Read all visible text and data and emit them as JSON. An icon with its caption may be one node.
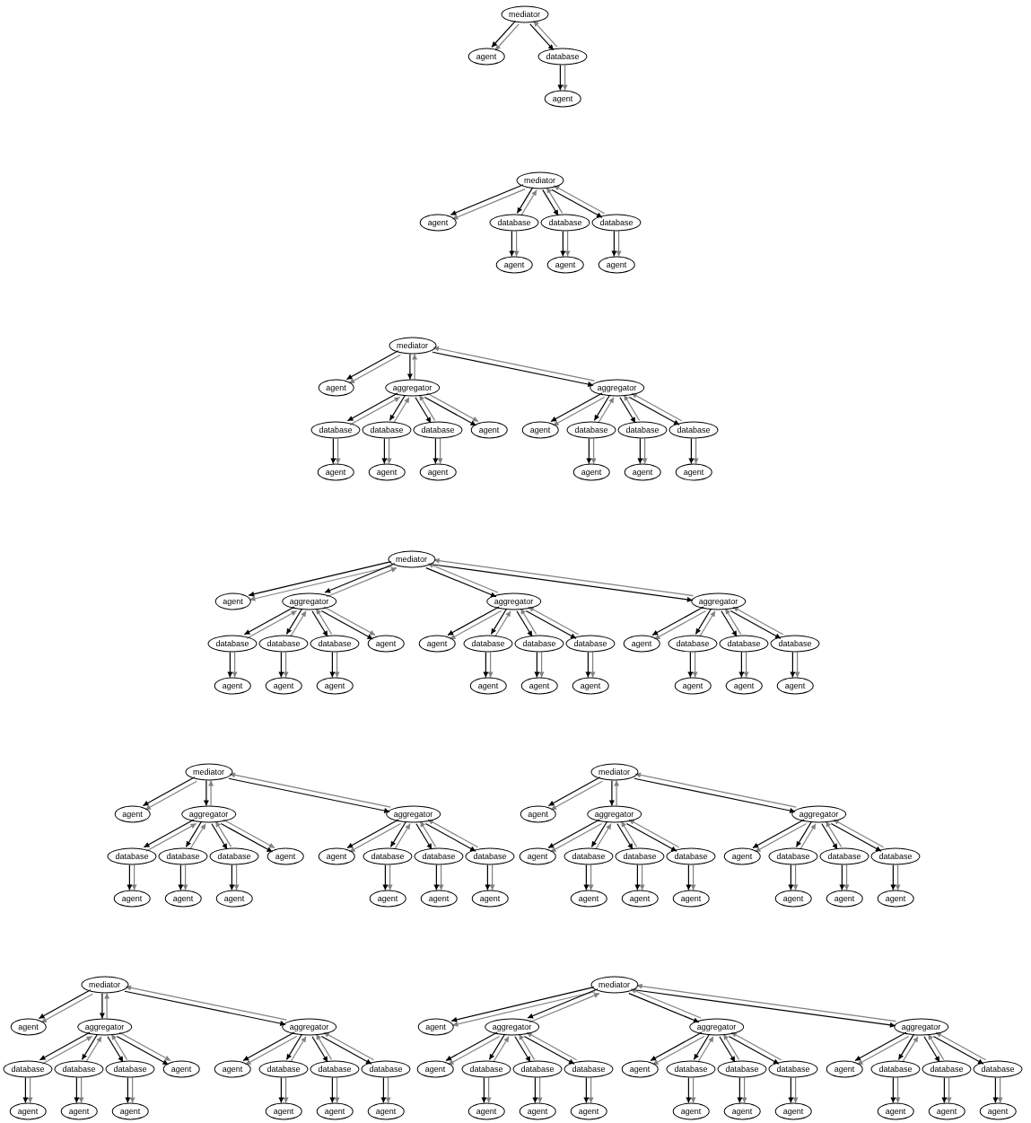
{
  "diagram": {
    "nodes": [
      {
        "text": [
          "mediator"
        ]
      },
      {
        "text": [
          "agent"
        ]
      },
      {
        "text": [
          "database"
        ]
      },
      {
        "text": [
          "agent"
        ]
      },
      {
        "text": [
          "mediator"
        ]
      },
      {
        "text": [
          "agent"
        ]
      },
      {
        "text": [
          "database"
        ]
      },
      {
        "text": [
          "database"
        ]
      },
      {
        "text": [
          "database"
        ]
      },
      {
        "text": [
          "agent"
        ]
      },
      {
        "text": [
          "agent"
        ]
      },
      {
        "text": [
          "agent"
        ]
      },
      {
        "text": [
          "mediator"
        ]
      },
      {
        "text": [
          "agent"
        ]
      },
      {
        "text": [
          "aggregator"
        ]
      },
      {
        "text": [
          "aggregator"
        ]
      },
      {
        "text": [
          "database"
        ]
      },
      {
        "text": [
          "database"
        ]
      },
      {
        "text": [
          "database"
        ]
      },
      {
        "text": [
          "agent"
        ]
      },
      {
        "text": [
          "agent"
        ]
      },
      {
        "text": [
          "database"
        ]
      },
      {
        "text": [
          "database"
        ]
      },
      {
        "text": [
          "database"
        ]
      },
      {
        "text": [
          "agent"
        ]
      },
      {
        "text": [
          "agent"
        ]
      },
      {
        "text": [
          "agent"
        ]
      },
      {
        "text": [
          "agent"
        ]
      },
      {
        "text": [
          "agent"
        ]
      },
      {
        "text": [
          "agent"
        ]
      },
      {
        "text": [
          "mediator"
        ]
      },
      {
        "text": [
          "agent"
        ]
      },
      {
        "text": [
          "aggregator"
        ]
      },
      {
        "text": [
          "aggregator"
        ]
      },
      {
        "text": [
          "aggregator"
        ]
      },
      {
        "text": [
          "database"
        ]
      },
      {
        "text": [
          "database"
        ]
      },
      {
        "text": [
          "database"
        ]
      },
      {
        "text": [
          "agent"
        ]
      },
      {
        "text": [
          "agent"
        ]
      },
      {
        "text": [
          "database"
        ]
      },
      {
        "text": [
          "database"
        ]
      },
      {
        "text": [
          "database"
        ]
      },
      {
        "text": [
          "agent"
        ]
      },
      {
        "text": [
          "database"
        ]
      },
      {
        "text": [
          "database"
        ]
      },
      {
        "text": [
          "database"
        ]
      },
      {
        "text": [
          "agent"
        ]
      },
      {
        "text": [
          "agent"
        ]
      },
      {
        "text": [
          "agent"
        ]
      },
      {
        "text": [
          "agent"
        ]
      },
      {
        "text": [
          "agent"
        ]
      },
      {
        "text": [
          "agent"
        ]
      },
      {
        "text": [
          "agent"
        ]
      },
      {
        "text": [
          "agent"
        ]
      },
      {
        "text": [
          "agent"
        ]
      },
      {
        "text": [
          "mediator"
        ]
      },
      {
        "text": [
          "agent"
        ]
      },
      {
        "text": [
          "aggregator"
        ]
      },
      {
        "text": [
          "aggregator"
        ]
      },
      {
        "text": [
          "database"
        ]
      },
      {
        "text": [
          "database"
        ]
      },
      {
        "text": [
          "database"
        ]
      },
      {
        "text": [
          "agent"
        ]
      },
      {
        "text": [
          "agent"
        ]
      },
      {
        "text": [
          "database"
        ]
      },
      {
        "text": [
          "database"
        ]
      },
      {
        "text": [
          "database"
        ]
      },
      {
        "text": [
          "agent"
        ]
      },
      {
        "text": [
          "agent"
        ]
      },
      {
        "text": [
          "agent"
        ]
      },
      {
        "text": [
          "agent"
        ]
      },
      {
        "text": [
          "agent"
        ]
      },
      {
        "text": [
          "agent"
        ]
      },
      {
        "text": [
          "mediator"
        ]
      },
      {
        "text": [
          "agent"
        ]
      },
      {
        "text": [
          "aggregator"
        ]
      },
      {
        "text": [
          "aggregator"
        ]
      },
      {
        "text": [
          "agent"
        ]
      },
      {
        "text": [
          "database"
        ]
      },
      {
        "text": [
          "database"
        ]
      },
      {
        "text": [
          "database"
        ]
      },
      {
        "text": [
          "agent"
        ]
      },
      {
        "text": [
          "database"
        ]
      },
      {
        "text": [
          "database"
        ]
      },
      {
        "text": [
          "database"
        ]
      },
      {
        "text": [
          "agent"
        ]
      },
      {
        "text": [
          "agent"
        ]
      },
      {
        "text": [
          "agent"
        ]
      },
      {
        "text": [
          "agent"
        ]
      },
      {
        "text": [
          "agent"
        ]
      },
      {
        "text": [
          "agent"
        ]
      },
      {
        "text": [
          "mediator"
        ]
      },
      {
        "text": [
          "agent"
        ]
      },
      {
        "text": [
          "aggregator"
        ]
      },
      {
        "text": [
          "aggregator"
        ]
      },
      {
        "text": [
          "database"
        ]
      },
      {
        "text": [
          "database"
        ]
      },
      {
        "text": [
          "database"
        ]
      },
      {
        "text": [
          "agent"
        ]
      },
      {
        "text": [
          "agent"
        ]
      },
      {
        "text": [
          "database"
        ]
      },
      {
        "text": [
          "database"
        ]
      },
      {
        "text": [
          "database"
        ]
      },
      {
        "text": [
          "agent"
        ]
      },
      {
        "text": [
          "agent"
        ]
      },
      {
        "text": [
          "agent"
        ]
      },
      {
        "text": [
          "agent"
        ]
      },
      {
        "text": [
          "agent"
        ]
      },
      {
        "text": [
          "agent"
        ]
      },
      {
        "text": [
          "mediator"
        ]
      },
      {
        "text": [
          "agent"
        ]
      },
      {
        "text": [
          "aggregator"
        ]
      },
      {
        "text": [
          "aggregator"
        ]
      },
      {
        "text": [
          "aggregator"
        ]
      },
      {
        "text": [
          "agent"
        ]
      },
      {
        "text": [
          "database"
        ]
      },
      {
        "text": [
          "database"
        ]
      },
      {
        "text": [
          "database"
        ]
      },
      {
        "text": [
          "agent"
        ]
      },
      {
        "text": [
          "database"
        ]
      },
      {
        "text": [
          "database"
        ]
      },
      {
        "text": [
          "database"
        ]
      },
      {
        "text": [
          "agent"
        ]
      },
      {
        "text": [
          "database"
        ]
      },
      {
        "text": [
          "database"
        ]
      },
      {
        "text": [
          "database"
        ]
      },
      {
        "text": [
          "agent"
        ]
      },
      {
        "text": [
          "agent"
        ]
      },
      {
        "text": [
          "agent"
        ]
      },
      {
        "text": [
          "agent"
        ]
      },
      {
        "text": [
          "agent"
        ]
      },
      {
        "text": [
          "agent"
        ]
      },
      {
        "text": [
          "agent"
        ]
      },
      {
        "text": [
          "agent"
        ]
      },
      {
        "text": [
          "agent"
        ]
      }
    ],
    "edges": [
      {
        "from": 0,
        "to": 1,
        "arrow": "to"
      },
      {
        "from": 0,
        "to": 1,
        "arrow": "to",
        "color": "#808080"
      },
      {
        "from": 0,
        "to": 2,
        "arrow": "to"
      },
      {
        "from": 2,
        "to": 0,
        "arrow": "to",
        "color": "#808080"
      },
      {
        "from": 2,
        "to": 3,
        "arrow": "to"
      },
      {
        "from": 2,
        "to": 3,
        "arrow": "to",
        "color": "#808080"
      },
      {
        "from": 4,
        "to": 5,
        "arrow": "to"
      },
      {
        "from": 4,
        "to": 5,
        "arrow": "to",
        "color": "#808080"
      },
      {
        "from": 4,
        "to": 6,
        "arrow": "to"
      },
      {
        "from": 6,
        "to": 4,
        "arrow": "to",
        "color": "#808080"
      },
      {
        "from": 4,
        "to": 7,
        "arrow": "to"
      },
      {
        "from": 7,
        "to": 4,
        "arrow": "to",
        "color": "#808080"
      },
      {
        "from": 4,
        "to": 8,
        "arrow": "to"
      },
      {
        "from": 8,
        "to": 4,
        "arrow": "to",
        "color": "#808080"
      },
      {
        "from": 6,
        "to": 9,
        "arrow": "to"
      },
      {
        "from": 6,
        "to": 9,
        "arrow": "to",
        "color": "#808080"
      },
      {
        "from": 7,
        "to": 10,
        "arrow": "to"
      },
      {
        "from": 7,
        "to": 10,
        "arrow": "to",
        "color": "#808080"
      },
      {
        "from": 8,
        "to": 11,
        "arrow": "to"
      },
      {
        "from": 8,
        "to": 11,
        "arrow": "to",
        "color": "#808080"
      },
      {
        "from": 12,
        "to": 13,
        "arrow": "to"
      },
      {
        "from": 12,
        "to": 13,
        "arrow": "to",
        "color": "#808080"
      },
      {
        "from": 12,
        "to": 14,
        "arrow": "to"
      },
      {
        "from": 14,
        "to": 12,
        "arrow": "to",
        "color": "#808080"
      },
      {
        "from": 12,
        "to": 15,
        "arrow": "to"
      },
      {
        "from": 15,
        "to": 12,
        "arrow": "to",
        "color": "#808080"
      },
      {
        "from": 14,
        "to": 16,
        "arrow": "to"
      },
      {
        "from": 16,
        "to": 14,
        "arrow": "to",
        "color": "#808080"
      },
      {
        "from": 14,
        "to": 17,
        "arrow": "to"
      },
      {
        "from": 17,
        "to": 14,
        "arrow": "to",
        "color": "#808080"
      },
      {
        "from": 14,
        "to": 18,
        "arrow": "to"
      },
      {
        "from": 18,
        "to": 14,
        "arrow": "to",
        "color": "#808080"
      },
      {
        "from": 14,
        "to": 19,
        "arrow": "to"
      },
      {
        "from": 14,
        "to": 19,
        "arrow": "to",
        "color": "#808080"
      },
      {
        "from": 15,
        "to": 20,
        "arrow": "to"
      },
      {
        "from": 15,
        "to": 20,
        "arrow": "to",
        "color": "#808080"
      },
      {
        "from": 15,
        "to": 21,
        "arrow": "to"
      },
      {
        "from": 21,
        "to": 15,
        "arrow": "to",
        "color": "#808080"
      },
      {
        "from": 15,
        "to": 22,
        "arrow": "to"
      },
      {
        "from": 22,
        "to": 15,
        "arrow": "to",
        "color": "#808080"
      },
      {
        "from": 15,
        "to": 23,
        "arrow": "to"
      },
      {
        "from": 23,
        "to": 15,
        "arrow": "to",
        "color": "#808080"
      },
      {
        "from": 16,
        "to": 24,
        "arrow": "to"
      },
      {
        "from": 16,
        "to": 24,
        "arrow": "to",
        "color": "#808080"
      },
      {
        "from": 17,
        "to": 25,
        "arrow": "to"
      },
      {
        "from": 17,
        "to": 25,
        "arrow": "to",
        "color": "#808080"
      },
      {
        "from": 18,
        "to": 26,
        "arrow": "to"
      },
      {
        "from": 18,
        "to": 26,
        "arrow": "to",
        "color": "#808080"
      },
      {
        "from": 21,
        "to": 27,
        "arrow": "to"
      },
      {
        "from": 21,
        "to": 27,
        "arrow": "to",
        "color": "#808080"
      },
      {
        "from": 22,
        "to": 28,
        "arrow": "to"
      },
      {
        "from": 22,
        "to": 28,
        "arrow": "to",
        "color": "#808080"
      },
      {
        "from": 23,
        "to": 29,
        "arrow": "to"
      },
      {
        "from": 23,
        "to": 29,
        "arrow": "to",
        "color": "#808080"
      },
      {
        "from": 30,
        "to": 31,
        "arrow": "to"
      },
      {
        "from": 30,
        "to": 31,
        "arrow": "to",
        "color": "#808080"
      },
      {
        "from": 30,
        "to": 32,
        "arrow": "to"
      },
      {
        "from": 32,
        "to": 30,
        "arrow": "to",
        "color": "#808080"
      },
      {
        "from": 30,
        "to": 33,
        "arrow": "to"
      },
      {
        "from": 33,
        "to": 30,
        "arrow": "to",
        "color": "#808080"
      },
      {
        "from": 30,
        "to": 34,
        "arrow": "to"
      },
      {
        "from": 34,
        "to": 30,
        "arrow": "to",
        "color": "#808080"
      },
      {
        "from": 32,
        "to": 35,
        "arrow": "to"
      },
      {
        "from": 35,
        "to": 32,
        "arrow": "to",
        "color": "#808080"
      },
      {
        "from": 32,
        "to": 36,
        "arrow": "to"
      },
      {
        "from": 36,
        "to": 32,
        "arrow": "to",
        "color": "#808080"
      },
      {
        "from": 32,
        "to": 37,
        "arrow": "to"
      },
      {
        "from": 37,
        "to": 32,
        "arrow": "to",
        "color": "#808080"
      },
      {
        "from": 32,
        "to": 38,
        "arrow": "to"
      },
      {
        "from": 32,
        "to": 38,
        "arrow": "to",
        "color": "#808080"
      },
      {
        "from": 33,
        "to": 39,
        "arrow": "to"
      },
      {
        "from": 33,
        "to": 39,
        "arrow": "to",
        "color": "#808080"
      },
      {
        "from": 33,
        "to": 40,
        "arrow": "to"
      },
      {
        "from": 40,
        "to": 33,
        "arrow": "to",
        "color": "#808080"
      },
      {
        "from": 33,
        "to": 41,
        "arrow": "to"
      },
      {
        "from": 41,
        "to": 33,
        "arrow": "to",
        "color": "#808080"
      },
      {
        "from": 33,
        "to": 42,
        "arrow": "to"
      },
      {
        "from": 42,
        "to": 33,
        "arrow": "to",
        "color": "#808080"
      },
      {
        "from": 34,
        "to": 43,
        "arrow": "to"
      },
      {
        "from": 34,
        "to": 43,
        "arrow": "to",
        "color": "#808080"
      },
      {
        "from": 34,
        "to": 44,
        "arrow": "to"
      },
      {
        "from": 44,
        "to": 34,
        "arrow": "to",
        "color": "#808080"
      },
      {
        "from": 34,
        "to": 45,
        "arrow": "to"
      },
      {
        "from": 45,
        "to": 34,
        "arrow": "to",
        "color": "#808080"
      },
      {
        "from": 34,
        "to": 46,
        "arrow": "to"
      },
      {
        "from": 46,
        "to": 34,
        "arrow": "to",
        "color": "#808080"
      },
      {
        "from": 35,
        "to": 47,
        "arrow": "to"
      },
      {
        "from": 35,
        "to": 47,
        "arrow": "to",
        "color": "#808080"
      },
      {
        "from": 36,
        "to": 48,
        "arrow": "to"
      },
      {
        "from": 36,
        "to": 48,
        "arrow": "to",
        "color": "#808080"
      },
      {
        "from": 37,
        "to": 49,
        "arrow": "to"
      },
      {
        "from": 37,
        "to": 49,
        "arrow": "to",
        "color": "#808080"
      },
      {
        "from": 40,
        "to": 50,
        "arrow": "to"
      },
      {
        "from": 40,
        "to": 50,
        "arrow": "to",
        "color": "#808080"
      },
      {
        "from": 41,
        "to": 51,
        "arrow": "to"
      },
      {
        "from": 41,
        "to": 51,
        "arrow": "to",
        "color": "#808080"
      },
      {
        "from": 42,
        "to": 52,
        "arrow": "to"
      },
      {
        "from": 42,
        "to": 52,
        "arrow": "to",
        "color": "#808080"
      },
      {
        "from": 44,
        "to": 53,
        "arrow": "to"
      },
      {
        "from": 44,
        "to": 53,
        "arrow": "to",
        "color": "#808080"
      },
      {
        "from": 45,
        "to": 54,
        "arrow": "to"
      },
      {
        "from": 45,
        "to": 54,
        "arrow": "to",
        "color": "#808080"
      },
      {
        "from": 46,
        "to": 55,
        "arrow": "to"
      },
      {
        "from": 46,
        "to": 55,
        "arrow": "to",
        "color": "#808080"
      },
      {
        "from": 56,
        "to": 57,
        "arrow": "to"
      },
      {
        "from": 56,
        "to": 57,
        "arrow": "to",
        "color": "#808080"
      },
      {
        "from": 56,
        "to": 58,
        "arrow": "to"
      },
      {
        "from": 58,
        "to": 56,
        "arrow": "to",
        "color": "#808080"
      },
      {
        "from": 56,
        "to": 59,
        "arrow": "to"
      },
      {
        "from": 59,
        "to": 56,
        "arrow": "to",
        "color": "#808080"
      },
      {
        "from": 58,
        "to": 60,
        "arrow": "to"
      },
      {
        "from": 60,
        "to": 58,
        "arrow": "to",
        "color": "#808080"
      },
      {
        "from": 58,
        "to": 61,
        "arrow": "to"
      },
      {
        "from": 61,
        "to": 58,
        "arrow": "to",
        "color": "#808080"
      },
      {
        "from": 58,
        "to": 62,
        "arrow": "to"
      },
      {
        "from": 62,
        "to": 58,
        "arrow": "to",
        "color": "#808080"
      },
      {
        "from": 58,
        "to": 63,
        "arrow": "to"
      },
      {
        "from": 58,
        "to": 63,
        "arrow": "to",
        "color": "#808080"
      },
      {
        "from": 59,
        "to": 64,
        "arrow": "to"
      },
      {
        "from": 59,
        "to": 64,
        "arrow": "to",
        "color": "#808080"
      },
      {
        "from": 59,
        "to": 65,
        "arrow": "to"
      },
      {
        "from": 65,
        "to": 59,
        "arrow": "to",
        "color": "#808080"
      },
      {
        "from": 59,
        "to": 66,
        "arrow": "to"
      },
      {
        "from": 66,
        "to": 59,
        "arrow": "to",
        "color": "#808080"
      },
      {
        "from": 59,
        "to": 67,
        "arrow": "to"
      },
      {
        "from": 67,
        "to": 59,
        "arrow": "to",
        "color": "#808080"
      },
      {
        "from": 60,
        "to": 68,
        "arrow": "to"
      },
      {
        "from": 60,
        "to": 68,
        "arrow": "to",
        "color": "#808080"
      },
      {
        "from": 61,
        "to": 69,
        "arrow": "to"
      },
      {
        "from": 61,
        "to": 69,
        "arrow": "to",
        "color": "#808080"
      },
      {
        "from": 62,
        "to": 70,
        "arrow": "to"
      },
      {
        "from": 62,
        "to": 70,
        "arrow": "to",
        "color": "#808080"
      },
      {
        "from": 65,
        "to": 71,
        "arrow": "to"
      },
      {
        "from": 65,
        "to": 71,
        "arrow": "to",
        "color": "#808080"
      },
      {
        "from": 66,
        "to": 72,
        "arrow": "to"
      },
      {
        "from": 66,
        "to": 72,
        "arrow": "to",
        "color": "#808080"
      },
      {
        "from": 67,
        "to": 73,
        "arrow": "to"
      },
      {
        "from": 67,
        "to": 73,
        "arrow": "to",
        "color": "#808080"
      },
      {
        "from": 74,
        "to": 75,
        "arrow": "to"
      },
      {
        "from": 74,
        "to": 75,
        "arrow": "to",
        "color": "#808080"
      },
      {
        "from": 74,
        "to": 76,
        "arrow": "to"
      },
      {
        "from": 76,
        "to": 74,
        "arrow": "to",
        "color": "#808080"
      },
      {
        "from": 74,
        "to": 77,
        "arrow": "to"
      },
      {
        "from": 77,
        "to": 74,
        "arrow": "to",
        "color": "#808080"
      },
      {
        "from": 76,
        "to": 78,
        "arrow": "to"
      },
      {
        "from": 76,
        "to": 78,
        "arrow": "to",
        "color": "#808080"
      },
      {
        "from": 76,
        "to": 79,
        "arrow": "to"
      },
      {
        "from": 79,
        "to": 76,
        "arrow": "to",
        "color": "#808080"
      },
      {
        "from": 76,
        "to": 80,
        "arrow": "to"
      },
      {
        "from": 80,
        "to": 76,
        "arrow": "to",
        "color": "#808080"
      },
      {
        "from": 76,
        "to": 81,
        "arrow": "to"
      },
      {
        "from": 81,
        "to": 76,
        "arrow": "to",
        "color": "#808080"
      },
      {
        "from": 77,
        "to": 82,
        "arrow": "to"
      },
      {
        "from": 77,
        "to": 82,
        "arrow": "to",
        "color": "#808080"
      },
      {
        "from": 77,
        "to": 83,
        "arrow": "to"
      },
      {
        "from": 83,
        "to": 77,
        "arrow": "to",
        "color": "#808080"
      },
      {
        "from": 77,
        "to": 84,
        "arrow": "to"
      },
      {
        "from": 84,
        "to": 77,
        "arrow": "to",
        "color": "#808080"
      },
      {
        "from": 77,
        "to": 85,
        "arrow": "to"
      },
      {
        "from": 85,
        "to": 77,
        "arrow": "to",
        "color": "#808080"
      },
      {
        "from": 79,
        "to": 86,
        "arrow": "to"
      },
      {
        "from": 79,
        "to": 86,
        "arrow": "to",
        "color": "#808080"
      },
      {
        "from": 80,
        "to": 87,
        "arrow": "to"
      },
      {
        "from": 80,
        "to": 87,
        "arrow": "to",
        "color": "#808080"
      },
      {
        "from": 81,
        "to": 88,
        "arrow": "to"
      },
      {
        "from": 81,
        "to": 88,
        "arrow": "to",
        "color": "#808080"
      },
      {
        "from": 83,
        "to": 89,
        "arrow": "to"
      },
      {
        "from": 83,
        "to": 89,
        "arrow": "to",
        "color": "#808080"
      },
      {
        "from": 84,
        "to": 90,
        "arrow": "to"
      },
      {
        "from": 84,
        "to": 90,
        "arrow": "to",
        "color": "#808080"
      },
      {
        "from": 85,
        "to": 91,
        "arrow": "to"
      },
      {
        "from": 85,
        "to": 91,
        "arrow": "to",
        "color": "#808080"
      },
      {
        "from": 92,
        "to": 93,
        "arrow": "to"
      },
      {
        "from": 92,
        "to": 93,
        "arrow": "to",
        "color": "#808080"
      },
      {
        "from": 92,
        "to": 94,
        "arrow": "to"
      },
      {
        "from": 94,
        "to": 92,
        "arrow": "to",
        "color": "#808080"
      },
      {
        "from": 92,
        "to": 95,
        "arrow": "to"
      },
      {
        "from": 95,
        "to": 92,
        "arrow": "to",
        "color": "#808080"
      },
      {
        "from": 94,
        "to": 96,
        "arrow": "to"
      },
      {
        "from": 96,
        "to": 94,
        "arrow": "to",
        "color": "#808080"
      },
      {
        "from": 94,
        "to": 97,
        "arrow": "to"
      },
      {
        "from": 97,
        "to": 94,
        "arrow": "to",
        "color": "#808080"
      },
      {
        "from": 94,
        "to": 98,
        "arrow": "to"
      },
      {
        "from": 98,
        "to": 94,
        "arrow": "to",
        "color": "#808080"
      },
      {
        "from": 94,
        "to": 99,
        "arrow": "to"
      },
      {
        "from": 94,
        "to": 99,
        "arrow": "to",
        "color": "#808080"
      },
      {
        "from": 95,
        "to": 100,
        "arrow": "to"
      },
      {
        "from": 95,
        "to": 100,
        "arrow": "to",
        "color": "#808080"
      },
      {
        "from": 95,
        "to": 101,
        "arrow": "to"
      },
      {
        "from": 101,
        "to": 95,
        "arrow": "to",
        "color": "#808080"
      },
      {
        "from": 95,
        "to": 102,
        "arrow": "to"
      },
      {
        "from": 102,
        "to": 95,
        "arrow": "to",
        "color": "#808080"
      },
      {
        "from": 95,
        "to": 103,
        "arrow": "to"
      },
      {
        "from": 103,
        "to": 95,
        "arrow": "to",
        "color": "#808080"
      },
      {
        "from": 96,
        "to": 104,
        "arrow": "to"
      },
      {
        "from": 96,
        "to": 104,
        "arrow": "to",
        "color": "#808080"
      },
      {
        "from": 97,
        "to": 105,
        "arrow": "to"
      },
      {
        "from": 97,
        "to": 105,
        "arrow": "to",
        "color": "#808080"
      },
      {
        "from": 98,
        "to": 106,
        "arrow": "to"
      },
      {
        "from": 98,
        "to": 106,
        "arrow": "to",
        "color": "#808080"
      },
      {
        "from": 101,
        "to": 107,
        "arrow": "to"
      },
      {
        "from": 101,
        "to": 107,
        "arrow": "to",
        "color": "#808080"
      },
      {
        "from": 102,
        "to": 108,
        "arrow": "to"
      },
      {
        "from": 102,
        "to": 108,
        "arrow": "to",
        "color": "#808080"
      },
      {
        "from": 103,
        "to": 109,
        "arrow": "to"
      },
      {
        "from": 103,
        "to": 109,
        "arrow": "to",
        "color": "#808080"
      },
      {
        "from": 110,
        "to": 111,
        "arrow": "to"
      },
      {
        "from": 110,
        "to": 111,
        "arrow": "to",
        "color": "#808080"
      },
      {
        "from": 110,
        "to": 112,
        "arrow": "to"
      },
      {
        "from": 112,
        "to": 110,
        "arrow": "to",
        "color": "#808080"
      },
      {
        "from": 110,
        "to": 113,
        "arrow": "to"
      },
      {
        "from": 113,
        "to": 110,
        "arrow": "to",
        "color": "#808080"
      },
      {
        "from": 110,
        "to": 114,
        "arrow": "to"
      },
      {
        "from": 114,
        "to": 110,
        "arrow": "to",
        "color": "#808080"
      },
      {
        "from": 112,
        "to": 115,
        "arrow": "to"
      },
      {
        "from": 112,
        "to": 115,
        "arrow": "to",
        "color": "#808080"
      },
      {
        "from": 112,
        "to": 116,
        "arrow": "to"
      },
      {
        "from": 116,
        "to": 112,
        "arrow": "to",
        "color": "#808080"
      },
      {
        "from": 112,
        "to": 117,
        "arrow": "to"
      },
      {
        "from": 117,
        "to": 112,
        "arrow": "to",
        "color": "#808080"
      },
      {
        "from": 112,
        "to": 118,
        "arrow": "to"
      },
      {
        "from": 118,
        "to": 112,
        "arrow": "to",
        "color": "#808080"
      },
      {
        "from": 113,
        "to": 119,
        "arrow": "to"
      },
      {
        "from": 113,
        "to": 119,
        "arrow": "to",
        "color": "#808080"
      },
      {
        "from": 113,
        "to": 120,
        "arrow": "to"
      },
      {
        "from": 120,
        "to": 113,
        "arrow": "to",
        "color": "#808080"
      },
      {
        "from": 113,
        "to": 121,
        "arrow": "to"
      },
      {
        "from": 121,
        "to": 113,
        "arrow": "to",
        "color": "#808080"
      },
      {
        "from": 113,
        "to": 122,
        "arrow": "to"
      },
      {
        "from": 122,
        "to": 113,
        "arrow": "to",
        "color": "#808080"
      },
      {
        "from": 114,
        "to": 123,
        "arrow": "to"
      },
      {
        "from": 114,
        "to": 123,
        "arrow": "to",
        "color": "#808080"
      },
      {
        "from": 114,
        "to": 124,
        "arrow": "to"
      },
      {
        "from": 124,
        "to": 114,
        "arrow": "to",
        "color": "#808080"
      },
      {
        "from": 114,
        "to": 125,
        "arrow": "to"
      },
      {
        "from": 125,
        "to": 114,
        "arrow": "to",
        "color": "#808080"
      },
      {
        "from": 114,
        "to": 126,
        "arrow": "to"
      },
      {
        "from": 126,
        "to": 114,
        "arrow": "to",
        "color": "#808080"
      },
      {
        "from": 116,
        "to": 127,
        "arrow": "to"
      },
      {
        "from": 116,
        "to": 127,
        "arrow": "to",
        "color": "#808080"
      },
      {
        "from": 117,
        "to": 128,
        "arrow": "to"
      },
      {
        "from": 117,
        "to": 128,
        "arrow": "to",
        "color": "#808080"
      },
      {
        "from": 118,
        "to": 129,
        "arrow": "to"
      },
      {
        "from": 118,
        "to": 129,
        "arrow": "to",
        "color": "#808080"
      },
      {
        "from": 120,
        "to": 130,
        "arrow": "to"
      },
      {
        "from": 120,
        "to": 130,
        "arrow": "to",
        "color": "#808080"
      },
      {
        "from": 121,
        "to": 131,
        "arrow": "to"
      },
      {
        "from": 121,
        "to": 131,
        "arrow": "to",
        "color": "#808080"
      },
      {
        "from": 122,
        "to": 132,
        "arrow": "to"
      },
      {
        "from": 122,
        "to": 132,
        "arrow": "to",
        "color": "#808080"
      },
      {
        "from": 124,
        "to": 133,
        "arrow": "to"
      },
      {
        "from": 124,
        "to": 133,
        "arrow": "to",
        "color": "#808080"
      },
      {
        "from": 125,
        "to": 134,
        "arrow": "to"
      },
      {
        "from": 125,
        "to": 134,
        "arrow": "to",
        "color": "#808080"
      },
      {
        "from": 126,
        "to": 135,
        "arrow": "to"
      },
      {
        "from": 126,
        "to": 135,
        "arrow": "to",
        "color": "#808080"
      }
    ]
  }
}
